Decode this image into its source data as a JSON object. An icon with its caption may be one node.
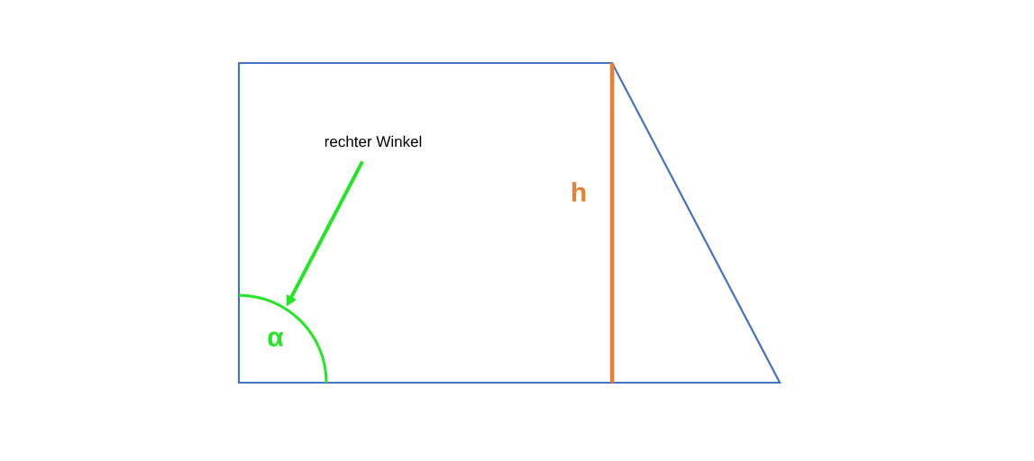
{
  "diagram": {
    "nodes": [
      {
        "text": [
          "rechter Winkel"
        ]
      },
      {
        "text": [
          "α"
        ]
      }
    ],
    "edges": [
      {
        "from": 0,
        "to": 1,
        "arrow": "to",
        "color": "#22e622"
      }
    ],
    "labels": [
      "h"
    ]
  }
}
